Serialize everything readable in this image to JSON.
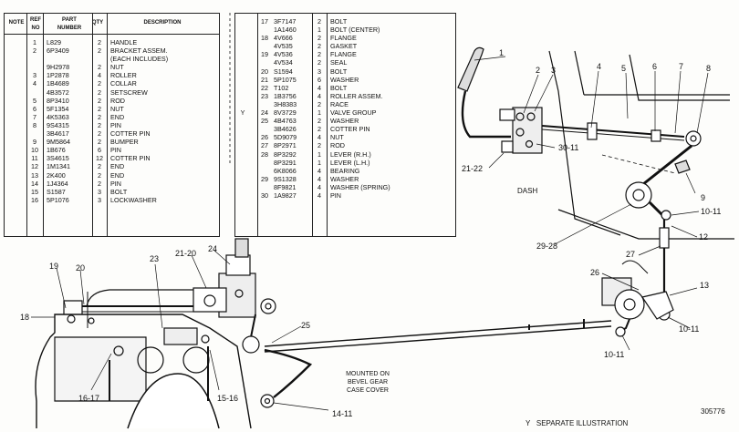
{
  "table_left": {
    "headers": [
      "NOTE",
      "REF NO",
      "PART NUMBER",
      "QTY",
      "DESCRIPTION"
    ],
    "rows": [
      {
        "ref": "1",
        "part": "L829",
        "qty": "2",
        "desc": "HANDLE"
      },
      {
        "ref": "2",
        "part": "6P3409",
        "qty": "2",
        "desc": "BRACKET ASSEM."
      },
      {
        "ref": "",
        "part": "",
        "qty": "",
        "desc": "(EACH INCLUDES)"
      },
      {
        "ref": "",
        "part": "9H2978",
        "qty": "2",
        "desc": "NUT"
      },
      {
        "ref": "3",
        "part": "1P2878",
        "qty": "4",
        "desc": "ROLLER"
      },
      {
        "ref": "4",
        "part": "1B4689",
        "qty": "2",
        "desc": "COLLAR"
      },
      {
        "ref": "",
        "part": "4B3572",
        "qty": "2",
        "desc": "SETSCREW"
      },
      {
        "ref": "5",
        "part": "8P3410",
        "qty": "2",
        "desc": "ROD"
      },
      {
        "ref": "6",
        "part": "5F1354",
        "qty": "2",
        "desc": "NUT"
      },
      {
        "ref": "7",
        "part": "4K5363",
        "qty": "2",
        "desc": "END"
      },
      {
        "ref": "8",
        "part": "9S4315",
        "qty": "2",
        "desc": "PIN"
      },
      {
        "ref": "",
        "part": "3B4617",
        "qty": "2",
        "desc": "COTTER PIN"
      },
      {
        "ref": "9",
        "part": "9M5864",
        "qty": "2",
        "desc": "BUMPER"
      },
      {
        "ref": "10",
        "part": "1B676",
        "qty": "6",
        "desc": "PIN"
      },
      {
        "ref": "11",
        "part": "3S4615",
        "qty": "12",
        "desc": "COTTER PIN"
      },
      {
        "ref": "12",
        "part": "1M1341",
        "qty": "2",
        "desc": "END"
      },
      {
        "ref": "13",
        "part": "2K400",
        "qty": "2",
        "desc": "END"
      },
      {
        "ref": "14",
        "part": "1J4364",
        "qty": "2",
        "desc": "PIN"
      },
      {
        "ref": "15",
        "part": "S1587",
        "qty": "3",
        "desc": "BOLT"
      },
      {
        "ref": "16",
        "part": "5P1076",
        "qty": "3",
        "desc": "LOCKWASHER"
      }
    ]
  },
  "table_right": {
    "rows": [
      {
        "note": "",
        "ref": "17",
        "part": "3F7147",
        "qty": "2",
        "desc": "BOLT"
      },
      {
        "note": "",
        "ref": "",
        "part": "1A1460",
        "qty": "1",
        "desc": "BOLT (CENTER)"
      },
      {
        "note": "",
        "ref": "18",
        "part": "4V666",
        "qty": "2",
        "desc": "FLANGE"
      },
      {
        "note": "",
        "ref": "",
        "part": "4V535",
        "qty": "2",
        "desc": "GASKET"
      },
      {
        "note": "",
        "ref": "19",
        "part": "4V536",
        "qty": "2",
        "desc": "FLANGE"
      },
      {
        "note": "",
        "ref": "",
        "part": "4V534",
        "qty": "2",
        "desc": "SEAL"
      },
      {
        "note": "",
        "ref": "20",
        "part": "S1594",
        "qty": "3",
        "desc": "BOLT"
      },
      {
        "note": "",
        "ref": "21",
        "part": "5P1075",
        "qty": "6",
        "desc": "WASHER"
      },
      {
        "note": "",
        "ref": "22",
        "part": "T102",
        "qty": "4",
        "desc": "BOLT"
      },
      {
        "note": "",
        "ref": "23",
        "part": "1B3756",
        "qty": "4",
        "desc": "ROLLER ASSEM."
      },
      {
        "note": "",
        "ref": "",
        "part": "3H8383",
        "qty": "2",
        "desc": "RACE"
      },
      {
        "note": "Y",
        "ref": "24",
        "part": "8V3729",
        "qty": "1",
        "desc": "VALVE GROUP"
      },
      {
        "note": "",
        "ref": "25",
        "part": "4B4763",
        "qty": "2",
        "desc": "WASHER"
      },
      {
        "note": "",
        "ref": "",
        "part": "3B4626",
        "qty": "2",
        "desc": "COTTER PIN"
      },
      {
        "note": "",
        "ref": "26",
        "part": "5D9079",
        "qty": "4",
        "desc": "NUT"
      },
      {
        "note": "",
        "ref": "27",
        "part": "8P2971",
        "qty": "2",
        "desc": "ROD"
      },
      {
        "note": "",
        "ref": "28",
        "part": "8P3292",
        "qty": "1",
        "desc": "LEVER (R.H.)"
      },
      {
        "note": "",
        "ref": "",
        "part": "8P3291",
        "qty": "1",
        "desc": "LEVER (L.H.)"
      },
      {
        "note": "",
        "ref": "",
        "part": "6K8066",
        "qty": "4",
        "desc": "BEARING"
      },
      {
        "note": "",
        "ref": "29",
        "part": "9S1328",
        "qty": "4",
        "desc": "WASHER"
      },
      {
        "note": "",
        "ref": "",
        "part": "8F9821",
        "qty": "4",
        "desc": "WASHER (SPRING)"
      },
      {
        "note": "",
        "ref": "30",
        "part": "1A9827",
        "qty": "4",
        "desc": "PIN"
      }
    ]
  },
  "callouts": {
    "c1": "1",
    "c2": "2",
    "c3": "3",
    "c4": "4",
    "c5": "5",
    "c6": "6",
    "c7": "7",
    "c8": "8",
    "c9": "9",
    "c1011a": "10-11",
    "c12": "12",
    "c27": "27",
    "c26": "26",
    "c13": "13",
    "c1011b": "10-11",
    "c1011c": "10-11",
    "c2928": "29-28",
    "c2122": "21-22",
    "c3011": "30-11",
    "c19": "19",
    "c20": "20",
    "c18": "18",
    "c23": "23",
    "c2120": "21-20",
    "c24": "24",
    "c25": "25",
    "c1617": "16-17",
    "c1516": "15-16",
    "c1411": "14-11"
  },
  "labels": {
    "dash": "DASH",
    "mounted_note": "MOUNTED ON\nBEVEL GEAR\nCASE COVER",
    "footnote": "Y   SEPARATE ILLUSTRATION",
    "illustration_number": "305776"
  }
}
